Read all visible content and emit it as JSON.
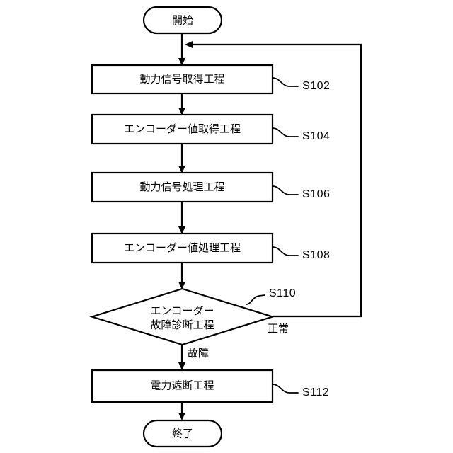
{
  "diagram": {
    "type": "flowchart",
    "language": "ja",
    "title": "",
    "nodes": {
      "start": {
        "label": "開始",
        "shape": "terminator"
      },
      "step_s102": {
        "label": "動力信号取得工程",
        "shape": "process",
        "step_id": "S102"
      },
      "step_s104": {
        "label": "エンコーダー値取得工程",
        "shape": "process",
        "step_id": "S104"
      },
      "step_s106": {
        "label": "動力信号処理工程",
        "shape": "process",
        "step_id": "S106"
      },
      "step_s108": {
        "label": "エンコーダー値処理工程",
        "shape": "process",
        "step_id": "S108"
      },
      "decision_s110": {
        "label_line1": "エンコーダー",
        "label_line2": "故障診断工程",
        "shape": "decision",
        "step_id": "S110"
      },
      "step_s112": {
        "label": "電力遮断工程",
        "shape": "process",
        "step_id": "S112"
      },
      "end": {
        "label": "終了",
        "shape": "terminator"
      }
    },
    "branch_labels": {
      "failure": "故障",
      "normal": "正常"
    },
    "colors": {
      "stroke": "#000000",
      "fill": "#ffffff",
      "background": "#ffffff"
    }
  }
}
